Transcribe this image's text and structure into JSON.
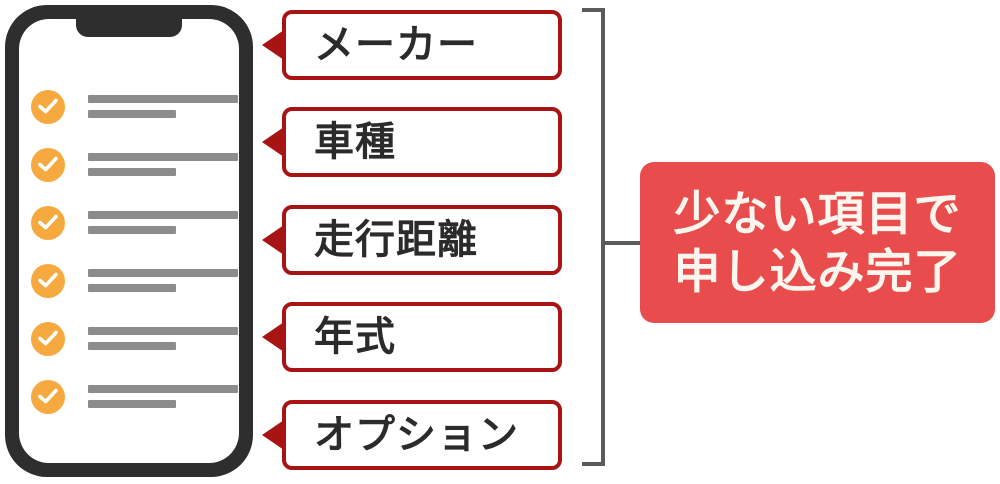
{
  "phone": {
    "name": "smartphone-form-mockup",
    "checklist_rows": 6,
    "row_icon": "check-circle-icon",
    "accent_color": "#f5a93f",
    "placeholder_bar_color": "#8c8c8c",
    "frame_color": "#2e2e2e"
  },
  "fields": [
    {
      "label": "メーカー"
    },
    {
      "label": "車種"
    },
    {
      "label": "走行距離"
    },
    {
      "label": "年式"
    },
    {
      "label": "オプション"
    }
  ],
  "field_box_style": {
    "border_color": "#a81414",
    "pointer_color": "#a81414",
    "text_color": "#2b2b2b"
  },
  "bracket": {
    "name": "grouping-bracket",
    "color": "#5b5b5b"
  },
  "callout": {
    "background_color": "#e84c4c",
    "text_color": "#fdf6ef",
    "lines": [
      "少ない項目で",
      "申し込み完了"
    ]
  }
}
